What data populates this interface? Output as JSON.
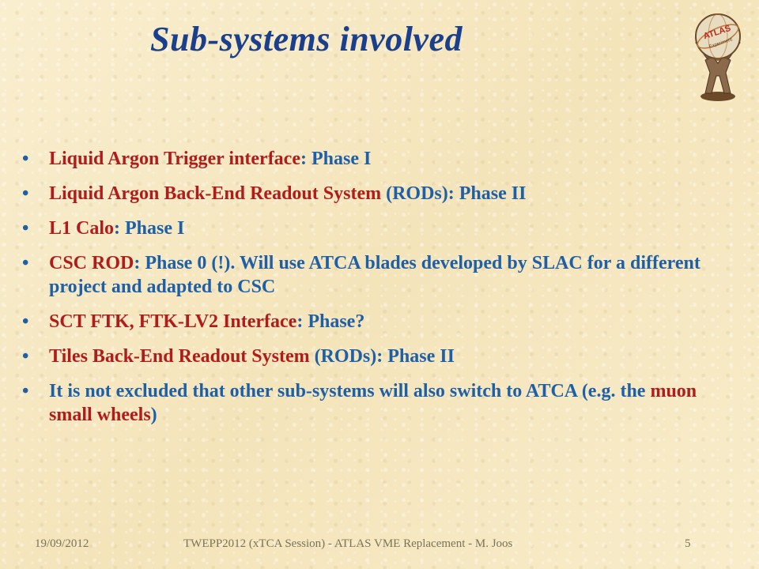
{
  "title": "Sub-systems involved",
  "bullets": [
    {
      "red": "Liquid Argon Trigger interface",
      "blue": ": Phase I"
    },
    {
      "red": "Liquid Argon Back-End Readout System",
      "blue": " (RODs): Phase II"
    },
    {
      "red": "L1 Calo",
      "blue": ": Phase I"
    },
    {
      "red": "CSC ROD",
      "blue": ": Phase 0 (!). Will use ATCA blades developed by SLAC for a different project and adapted to CSC"
    },
    {
      "red": "SCT  FTK, FTK-LV2 Interface",
      "blue": ": Phase?"
    },
    {
      "red": "Tiles Back-End Readout System",
      "blue": " (RODs): Phase II"
    },
    {
      "blue_before": "It is not excluded that other sub-systems will also switch to ATCA (e.g. the ",
      "red": "muon small wheels",
      "blue_after": ")"
    }
  ],
  "logo": {
    "icon": "atlas-experiment-logo-icon",
    "text": "ATLAS",
    "subtext": "Experiment"
  },
  "footer": {
    "date": "19/09/2012",
    "center": "TWEPP2012 (xTCA Session) - ATLAS VME Replacement - M. Joos",
    "page": "5"
  },
  "colors": {
    "title": "#1a3f8c",
    "red": "#b01c1c",
    "blue": "#1f5fa6",
    "background": "#f7ebc8"
  }
}
